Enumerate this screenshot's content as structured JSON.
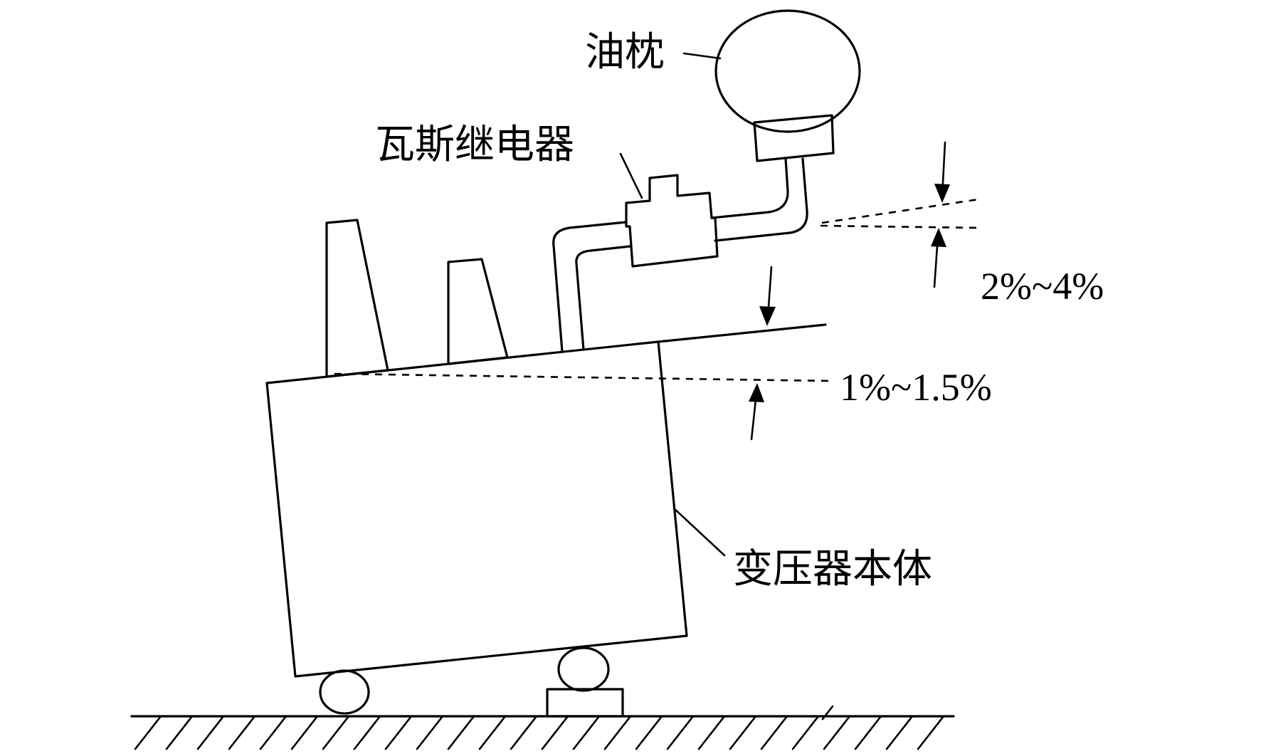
{
  "labels": {
    "conservator": "油枕",
    "gas_relay": "瓦斯继电器",
    "transformer_body": "变压器本体",
    "slope_pipe": "2%~4%",
    "slope_cover": "1%~1.5%"
  },
  "colors": {
    "line": "#000000",
    "background": "#ffffff"
  }
}
